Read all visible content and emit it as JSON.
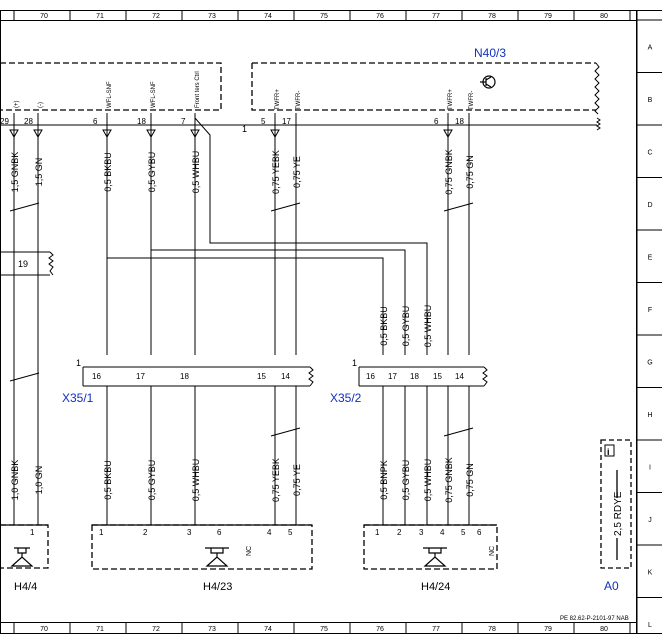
{
  "frame": {
    "columns": [
      "70",
      "71",
      "72",
      "73",
      "74",
      "75",
      "76",
      "77",
      "78",
      "79",
      "80"
    ],
    "rows": [
      "A",
      "B",
      "C",
      "D",
      "E",
      "F",
      "G",
      "H",
      "I",
      "J",
      "K",
      "L"
    ]
  },
  "units": {
    "n40": {
      "label": "N40/3"
    },
    "x35_1": {
      "label": "X35/1",
      "pin1": "1"
    },
    "x35_2": {
      "label": "X35/2",
      "pin1": "1"
    },
    "h4_4": {
      "label": "H4/4"
    },
    "h4_23": {
      "label": "H4/23"
    },
    "h4_24": {
      "label": "H4/24"
    },
    "a0": {
      "label": "A0",
      "wire": "2,5 RDYE"
    }
  },
  "top_left_pins": [
    {
      "num": "29",
      "sig": "(+)"
    },
    {
      "num": "28",
      "sig": "(-)"
    },
    {
      "num": "6",
      "sig": "WFL-SNF"
    },
    {
      "num": "18",
      "sig": "WFL-SNF"
    },
    {
      "num": "7",
      "sig": "Front ters Ctrl"
    }
  ],
  "n40_pins": [
    {
      "num": "5",
      "sig": "TWFR+"
    },
    {
      "num": "17",
      "sig": "TWFR-"
    },
    {
      "num": "6",
      "sig": "TWFR+"
    },
    {
      "num": "18",
      "sig": "TWFR-"
    }
  ],
  "n40_pin1": "1",
  "top_wires": [
    "1,5 GNBK",
    "1,5 GN",
    "0,5 BKBU",
    "0,5 GYBU",
    "0,5 WHBU",
    "0,75 YEBK",
    "0,75 YE",
    "0,75 GNBK",
    "0,75 GN"
  ],
  "conn19": "19",
  "mid_wires": [
    "0,5 BKBU",
    "0,5 GYBU",
    "0,5 WHBU"
  ],
  "x35_1_pins": [
    "16",
    "17",
    "18",
    "15",
    "14"
  ],
  "x35_2_pins": [
    "16",
    "17",
    "18",
    "15",
    "14"
  ],
  "bottom_wires": [
    "1,0 GNBK",
    "1,0 GN",
    "0,5 BKBU",
    "0,5 GYBU",
    "0,5 WHBU",
    "0,75 YEBK",
    "0,75 YE",
    "0,5 BNPK",
    "0,5 GYBU",
    "0,5 WHBU",
    "0,75 GNBK",
    "0,75 GN"
  ],
  "h4_4_pins": [
    "1"
  ],
  "h4_23_pins": [
    "1",
    "2",
    "3",
    "6",
    "4",
    "5"
  ],
  "h4_24_pins": [
    "1",
    "2",
    "3",
    "4",
    "5",
    "6"
  ],
  "nc": "NC",
  "docref": "PE 82.62-P-2101-97 NAB"
}
